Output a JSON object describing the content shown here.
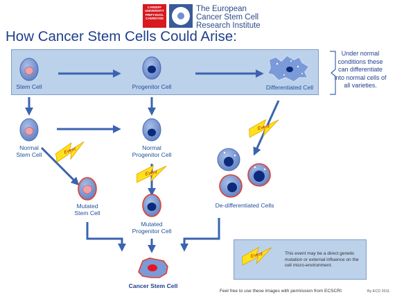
{
  "header": {
    "cardiff_logo": [
      "CARDIFF",
      "UNIVERSITY",
      "PRIFYSGOL",
      "CAERDYDD"
    ],
    "institute_lines": [
      "The European",
      "Cancer Stem Cell",
      "Research Institute"
    ]
  },
  "title": "How Cancer Stem Cells Could Arise:",
  "callout": "Under normal conditions these can differentiate into normal cells of all varieties.",
  "labels": {
    "stem_cell": "Stem Cell",
    "progenitor_cell": "Progenitor Cell",
    "differentiated_cell": "Differentiated Cell",
    "normal_stem": [
      "Normal",
      "Stem Cell"
    ],
    "normal_progenitor": [
      "Normal",
      "Progenitor Cell"
    ],
    "mutated_stem": [
      "Mutated",
      "Stem Cell"
    ],
    "mutated_progenitor": [
      "Mutated",
      "Progenitor Cell"
    ],
    "dedifferentiated": "De-differentiated Cells",
    "cancer_stem_cell": "Cancer Stem Cell"
  },
  "event_label": "Event",
  "note": "This event may be a direct genetic mutation or external influence on the cell micro-environment.",
  "permission": "Feel free to use these images with permission from ECSCRI",
  "credit": "By ECD 2011",
  "colors": {
    "title": "#1f3f8c",
    "banner": "#bcd1ea",
    "arrow": "#3a63b0",
    "cell_fill": "#6f8fd0",
    "stem_nucleus": "#f0a0a8",
    "progenitor_nucleus": "#0d2a7a",
    "bolt": "#ffe21a",
    "cancer_nucleus": "#e8141e"
  }
}
